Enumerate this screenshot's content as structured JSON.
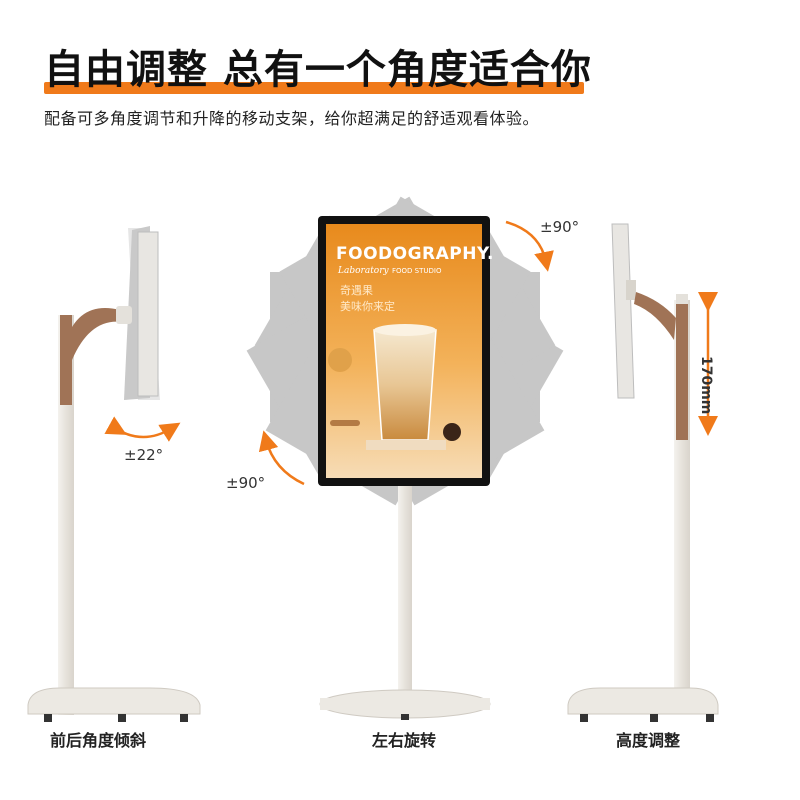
{
  "header": {
    "title": "自由调整 总有一个角度适合你",
    "subtitle": "配备可多角度调节和升降的移动支架，给你超满足的舒适观看体验。"
  },
  "panels": {
    "tilt": {
      "label": "前后角度倾斜",
      "angle": "±22°"
    },
    "rotate": {
      "label": "左右旋转",
      "angle_top": "±90°",
      "angle_bottom": "±90°"
    },
    "height": {
      "label": "高度调整",
      "height_value": "170mm"
    }
  },
  "screen": {
    "brand": "FOODOGRAPHY.",
    "tagline_italic": "Laboratory",
    "tagline_small": "FOOD STUDIO",
    "headline_1": "奇遇果",
    "headline_2": "美味你来定"
  },
  "colors": {
    "accent": "#f07a1a",
    "stand": "#ece9e3",
    "wood": "#a07356"
  }
}
